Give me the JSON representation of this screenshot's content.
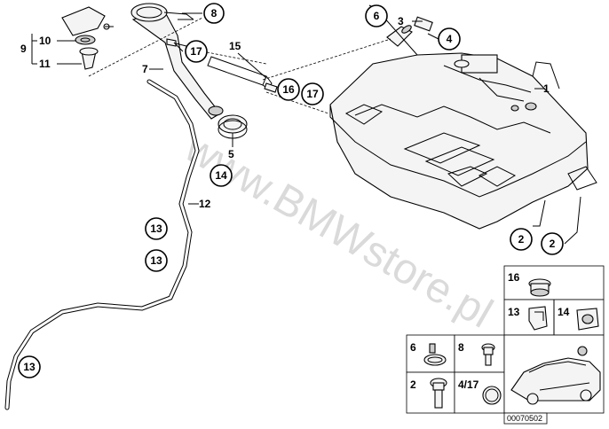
{
  "watermark": "www.BMWstore.pl",
  "catalog_number": "00070502",
  "labels": {
    "l1": "1",
    "l2a": "2",
    "l2b": "2",
    "l3": "3",
    "l4": "4",
    "l5": "5",
    "l6": "6",
    "l7": "7",
    "l8": "8",
    "l9": "9",
    "l10": "10",
    "l11": "11",
    "l12": "12",
    "l13a": "13",
    "l13b": "13",
    "l13c": "13",
    "l14": "14",
    "l15": "15",
    "l16": "16",
    "l17a": "17",
    "l17b": "17"
  },
  "legend": {
    "l16": "16",
    "l13": "13",
    "l14": "14",
    "l6": "6",
    "l8": "8",
    "l2": "2",
    "l4_17": "4/17"
  }
}
